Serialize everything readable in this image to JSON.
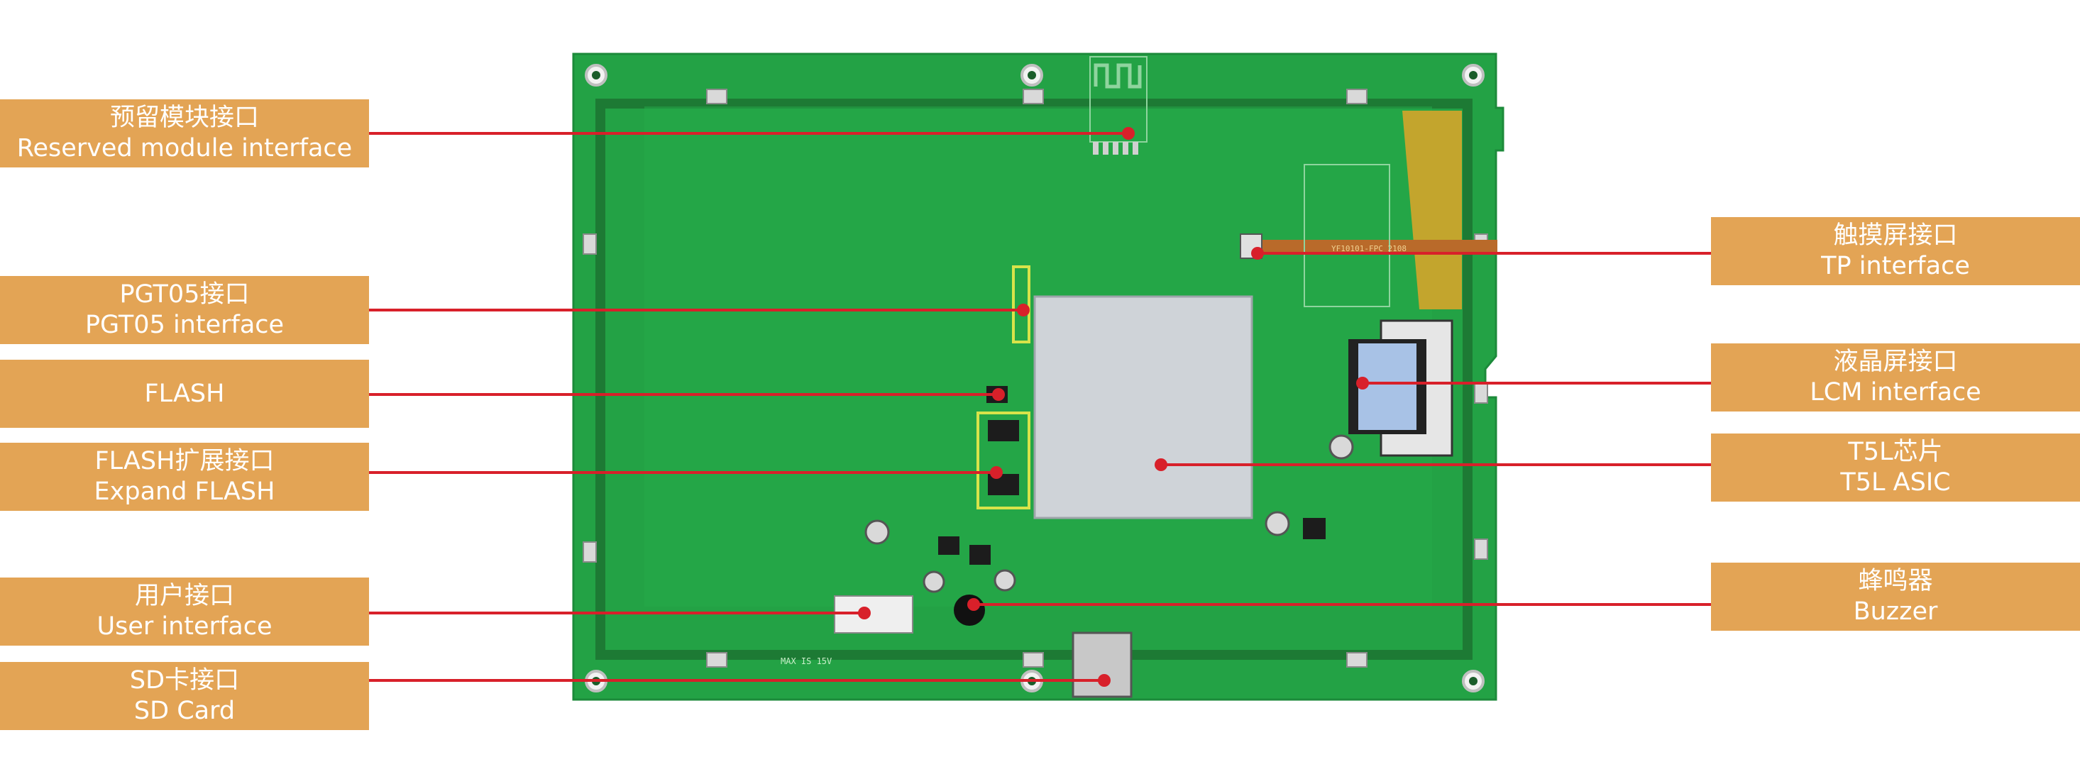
{
  "colors": {
    "label_bg": "#e3a455",
    "label_text": "#ffffff",
    "leader_line": "#d8202a",
    "board": "#23a245",
    "board_edge": "#1c8a3a",
    "ground_frame": "#1d7a34",
    "asic_shield": "#cfd3d8",
    "highlight_box": "#d8e34a"
  },
  "labels": {
    "reserved_module": {
      "zh": "预留模块接口",
      "en": "Reserved module interface"
    },
    "pgt05": {
      "zh": "PGT05接口",
      "en": "PGT05 interface"
    },
    "flash": {
      "en": "FLASH"
    },
    "flash_expand": {
      "zh": "FLASH扩展接口",
      "en": "Expand FLASH"
    },
    "user_interface": {
      "zh": "用户接口",
      "en": "User interface"
    },
    "sd_card": {
      "zh": "SD卡接口",
      "en": "SD Card"
    },
    "tp_interface": {
      "zh": "触摸屏接口",
      "en": "TP interface"
    },
    "lcm_interface": {
      "zh": "液晶屏接口",
      "en": "LCM interface"
    },
    "t5l_asic": {
      "zh": "T5L芯片",
      "en": "T5L ASIC"
    },
    "buzzer": {
      "zh": "蜂鸣器",
      "en": "Buzzer"
    }
  },
  "board_silkscreen": {
    "voltage_note": "MAX IS 15V",
    "fpc_marking": "YF10101-FPC 2108"
  }
}
